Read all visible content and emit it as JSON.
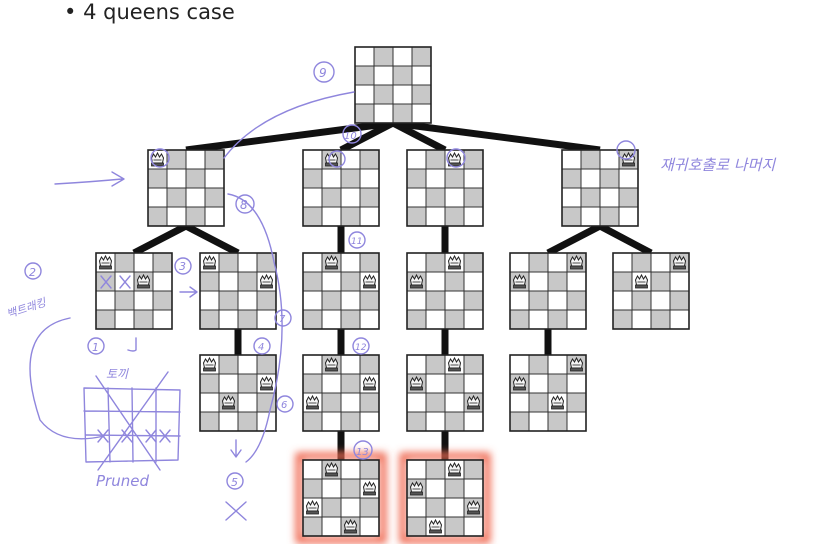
{
  "heading": {
    "bullet": "•",
    "text": "4 queens case"
  },
  "colors": {
    "light_square": "#ffffff",
    "dark_square": "#c8c8c8",
    "tree_edge": "#111111",
    "annotation_ink": "#8f86dd",
    "solution_glow": "#f06a52"
  },
  "queen_icon": "crown-icon",
  "boards": [
    {
      "id": "root",
      "queens": [],
      "solution": false
    },
    {
      "id": "q-col0",
      "queens": [
        [
          0,
          0
        ]
      ],
      "solution": false
    },
    {
      "id": "q-col1",
      "queens": [
        [
          0,
          1
        ]
      ],
      "solution": false
    },
    {
      "id": "q-col2",
      "queens": [
        [
          0,
          2
        ]
      ],
      "solution": false
    },
    {
      "id": "q-col3",
      "queens": [
        [
          0,
          3
        ]
      ],
      "solution": false
    },
    {
      "id": "c0-r1c2",
      "queens": [
        [
          0,
          0
        ],
        [
          1,
          2
        ]
      ],
      "solution": false
    },
    {
      "id": "c0-r1c3",
      "queens": [
        [
          0,
          0
        ],
        [
          1,
          3
        ]
      ],
      "solution": false
    },
    {
      "id": "c1-r1c3",
      "queens": [
        [
          0,
          1
        ],
        [
          1,
          3
        ]
      ],
      "solution": false
    },
    {
      "id": "c2-r1c0",
      "queens": [
        [
          0,
          2
        ],
        [
          1,
          0
        ]
      ],
      "solution": false
    },
    {
      "id": "c3-r1c0",
      "queens": [
        [
          0,
          3
        ],
        [
          1,
          0
        ]
      ],
      "solution": false
    },
    {
      "id": "c3-r1c1",
      "queens": [
        [
          0,
          3
        ],
        [
          1,
          1
        ]
      ],
      "solution": false
    },
    {
      "id": "c0-r2c1",
      "queens": [
        [
          0,
          0
        ],
        [
          1,
          3
        ],
        [
          2,
          1
        ]
      ],
      "solution": false
    },
    {
      "id": "c1-r2c0",
      "queens": [
        [
          0,
          1
        ],
        [
          1,
          3
        ],
        [
          2,
          0
        ]
      ],
      "solution": false
    },
    {
      "id": "c2-r2c3",
      "queens": [
        [
          0,
          2
        ],
        [
          1,
          0
        ],
        [
          2,
          3
        ]
      ],
      "solution": false
    },
    {
      "id": "c3-r2c2",
      "queens": [
        [
          0,
          3
        ],
        [
          1,
          0
        ],
        [
          2,
          2
        ]
      ],
      "solution": false
    },
    {
      "id": "sol-1",
      "queens": [
        [
          0,
          1
        ],
        [
          1,
          3
        ],
        [
          2,
          0
        ],
        [
          3,
          2
        ]
      ],
      "solution": true
    },
    {
      "id": "sol-2",
      "queens": [
        [
          0,
          2
        ],
        [
          1,
          0
        ],
        [
          2,
          3
        ],
        [
          3,
          1
        ]
      ],
      "solution": true
    }
  ],
  "edges": [
    [
      "root",
      "q-col0"
    ],
    [
      "root",
      "q-col1"
    ],
    [
      "root",
      "q-col2"
    ],
    [
      "root",
      "q-col3"
    ],
    [
      "q-col0",
      "c0-r1c2"
    ],
    [
      "q-col0",
      "c0-r1c3"
    ],
    [
      "q-col1",
      "c1-r1c3"
    ],
    [
      "q-col2",
      "c2-r1c0"
    ],
    [
      "q-col3",
      "c3-r1c0"
    ],
    [
      "q-col3",
      "c3-r1c1"
    ],
    [
      "c0-r1c3",
      "c0-r2c1"
    ],
    [
      "c1-r1c3",
      "c1-r2c0"
    ],
    [
      "c2-r1c0",
      "c2-r2c3"
    ],
    [
      "c3-r1c0",
      "c3-r2c2"
    ],
    [
      "c1-r2c0",
      "sol-1"
    ],
    [
      "c2-r2c3",
      "sol-2"
    ]
  ],
  "pruned_marks": [
    {
      "board": "c0-r1c2",
      "row": 1,
      "col": 0
    },
    {
      "board": "c0-r1c2",
      "row": 1,
      "col": 1
    }
  ],
  "annotations": {
    "step_9": "9",
    "step_10": "10",
    "step_8": "8",
    "step_2": "2",
    "step_3": "3",
    "step_11": "11",
    "step_12": "12",
    "step_13": "13",
    "step_4": "4",
    "step_5": "5",
    "step_6": "6",
    "step_7": "7",
    "step_1": "1",
    "korean_note_right": "재귀호출로 나머지",
    "korean_note_left": "백트래킹",
    "korean_promising": "토끼",
    "pruned_label": "Pruned"
  }
}
